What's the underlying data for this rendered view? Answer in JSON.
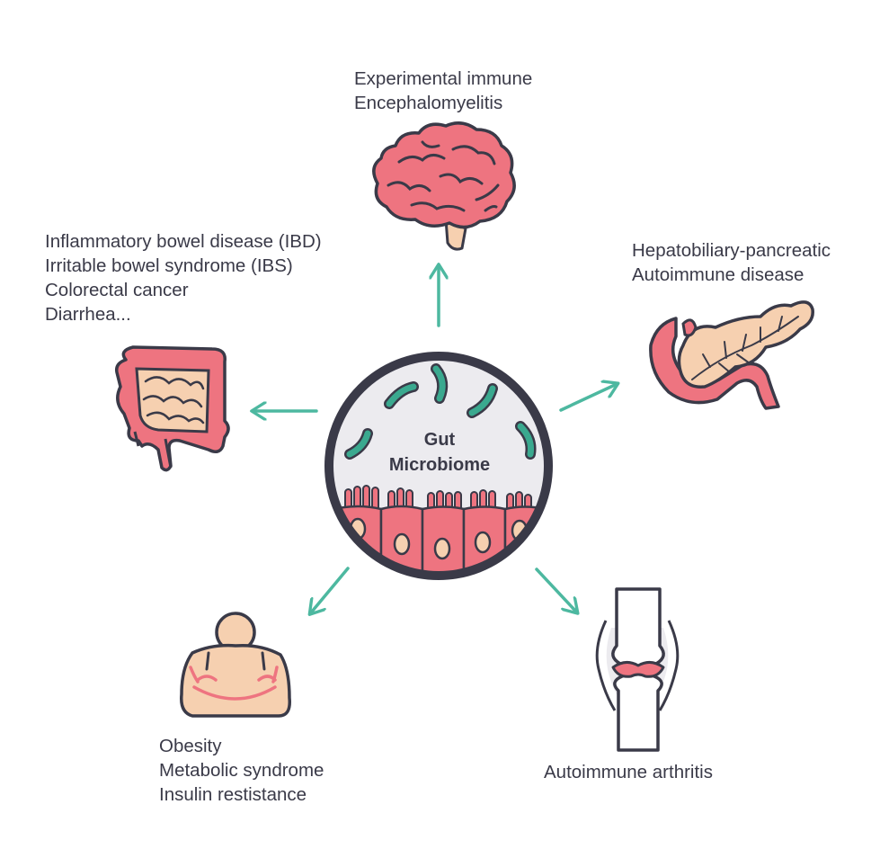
{
  "center": {
    "line1": "Gut",
    "line2": "Microbiome"
  },
  "conditions": {
    "brain": {
      "lines": [
        "Experimental immune",
        "Encephalomyelitis"
      ],
      "icon": "brain-icon"
    },
    "intestine": {
      "lines": [
        "Inflammatory bowel disease (IBD)",
        "Irritable bowel syndrome (IBS)",
        "Colorectal cancer",
        "Diarrhea..."
      ],
      "icon": "intestine-icon"
    },
    "pancreas": {
      "lines": [
        "Hepatobiliary-pancreatic",
        "Autoimmune disease"
      ],
      "icon": "pancreas-icon"
    },
    "obesity": {
      "lines": [
        "Obesity",
        "Metabolic syndrome",
        "Insulin restistance"
      ],
      "icon": "obese-body-icon"
    },
    "joint": {
      "lines": [
        "Autoimmune arthritis"
      ],
      "icon": "joint-icon"
    }
  },
  "colors": {
    "arrow": "#4db8a0",
    "outline": "#3a3a48",
    "pink": "#ee7480",
    "skin": "#f6d0b0",
    "bacteria": "#3aa98f",
    "circle_bg": "#ecebef"
  }
}
